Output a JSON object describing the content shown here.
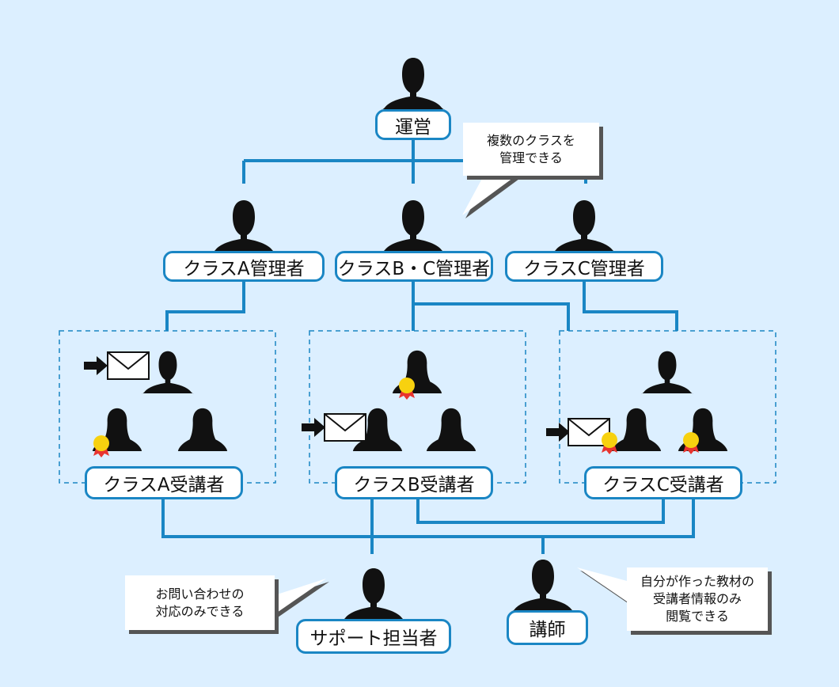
{
  "colors": {
    "background": "#dcefff",
    "connector": "#1a86c4",
    "silhouette": "#111111",
    "medal": "#f7d10f",
    "ribbon": "#e8342f"
  },
  "nodes": {
    "unei": "運営",
    "admin_a": "クラスA管理者",
    "admin_bc": "クラスB・C管理者",
    "admin_c": "クラスC管理者",
    "students_a": "クラスA受講者",
    "students_b": "クラスB受講者",
    "students_c": "クラスC受講者",
    "support": "サポート担当者",
    "teacher": "講師"
  },
  "callouts": {
    "unei": [
      "複数のクラスを",
      "管理できる"
    ],
    "support": [
      "お問い合わせの",
      "対応のみできる"
    ],
    "teacher": [
      "自分が作った教材の",
      "受講者情報のみ",
      "閲覧できる"
    ]
  },
  "icons": {
    "person": "person-silhouette-icon",
    "mail": "envelope-icon",
    "arrow": "arrow-right-icon",
    "medal": "medal-badge-icon"
  }
}
